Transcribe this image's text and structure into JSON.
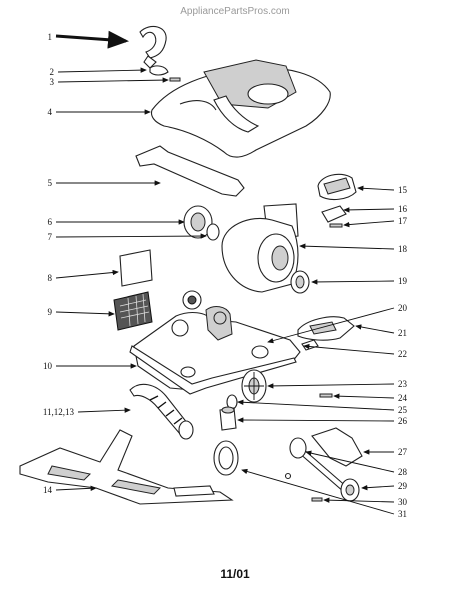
{
  "watermark": "AppliancePartsPros.com",
  "footer": "11/01",
  "callouts": {
    "c1": "1",
    "c2": "2",
    "c3": "3",
    "c4": "4",
    "c5": "5",
    "c6": "6",
    "c7": "7",
    "c8": "8",
    "c9": "9",
    "c10": "10",
    "c11": "11,12,13",
    "c14": "14",
    "c15": "15",
    "c16": "16",
    "c17": "17",
    "c18": "18",
    "c19": "19",
    "c20": "20",
    "c21": "21",
    "c22": "22",
    "c23": "23",
    "c24": "24",
    "c25": "25",
    "c26": "26",
    "c27": "27",
    "c28": "28",
    "c29": "29",
    "c30": "30",
    "c31": "31"
  }
}
